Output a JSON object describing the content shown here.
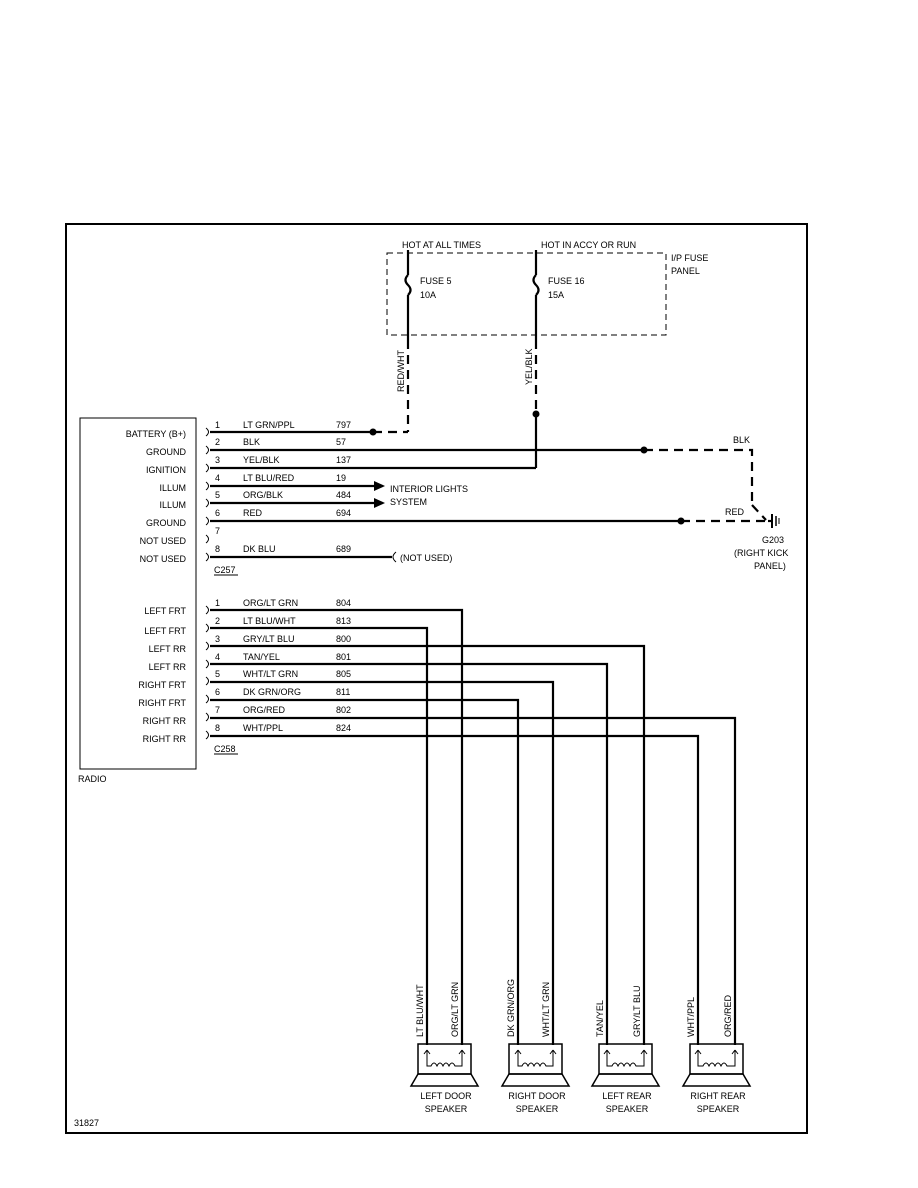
{
  "fig_id": "31827",
  "top_labels": {
    "hot_at_all_times": "HOT AT ALL TIMES",
    "hot_in_accy_or_run": "HOT IN ACCY OR RUN",
    "fuse_panel": [
      "I/P FUSE",
      "PANEL"
    ]
  },
  "fuses": [
    {
      "name": "FUSE 5",
      "rating": "10A",
      "wire": "RED/WHT"
    },
    {
      "name": "FUSE 16",
      "rating": "15A",
      "wire": "YEL/BLK"
    }
  ],
  "radio": {
    "label": "RADIO",
    "pin_labels_c257": [
      "BATTERY (B+)",
      "GROUND",
      "IGNITION",
      "ILLUM",
      "ILLUM",
      "GROUND",
      "NOT USED",
      "NOT USED"
    ],
    "pin_labels_c258": [
      "LEFT FRT",
      "LEFT FRT",
      "LEFT RR",
      "LEFT RR",
      "RIGHT FRT",
      "RIGHT FRT",
      "RIGHT RR",
      "RIGHT RR"
    ]
  },
  "c257": {
    "connector": "C257",
    "wires": [
      {
        "pin": "1",
        "color": "LT GRN/PPL",
        "circuit": "797"
      },
      {
        "pin": "2",
        "color": "BLK",
        "circuit": "57"
      },
      {
        "pin": "3",
        "color": "YEL/BLK",
        "circuit": "137"
      },
      {
        "pin": "4",
        "color": "LT BLU/RED",
        "circuit": "19"
      },
      {
        "pin": "5",
        "color": "ORG/BLK",
        "circuit": "484"
      },
      {
        "pin": "6",
        "color": "RED",
        "circuit": "694"
      },
      {
        "pin": "7",
        "color": "",
        "circuit": ""
      },
      {
        "pin": "8",
        "color": "DK BLU",
        "circuit": "689"
      }
    ]
  },
  "c258": {
    "connector": "C258",
    "wires": [
      {
        "pin": "1",
        "color": "ORG/LT GRN",
        "circuit": "804"
      },
      {
        "pin": "2",
        "color": "LT BLU/WHT",
        "circuit": "813"
      },
      {
        "pin": "3",
        "color": "GRY/LT BLU",
        "circuit": "800"
      },
      {
        "pin": "4",
        "color": "TAN/YEL",
        "circuit": "801"
      },
      {
        "pin": "5",
        "color": "WHT/LT GRN",
        "circuit": "805"
      },
      {
        "pin": "6",
        "color": "DK GRN/ORG",
        "circuit": "811"
      },
      {
        "pin": "7",
        "color": "ORG/RED",
        "circuit": "802"
      },
      {
        "pin": "8",
        "color": "WHT/PPL",
        "circuit": "824"
      }
    ]
  },
  "interior_lights": [
    "INTERIOR LIGHTS",
    "SYSTEM"
  ],
  "not_used": "(NOT USED)",
  "ground_blk": "BLK",
  "ground_red": "RED",
  "ground_point": [
    "G203",
    "(RIGHT KICK",
    "PANEL)"
  ],
  "speakers": [
    {
      "name": [
        "LEFT DOOR",
        "SPEAKER"
      ],
      "wires": [
        "LT BLU/WHT",
        "ORG/LT GRN"
      ]
    },
    {
      "name": [
        "RIGHT DOOR",
        "SPEAKER"
      ],
      "wires": [
        "DK GRN/ORG",
        "WHT/LT GRN"
      ]
    },
    {
      "name": [
        "LEFT REAR",
        "SPEAKER"
      ],
      "wires": [
        "TAN/YEL",
        "GRY/LT BLU"
      ]
    },
    {
      "name": [
        "RIGHT REAR",
        "SPEAKER"
      ],
      "wires": [
        "WHT/PPL",
        "ORG/RED"
      ]
    }
  ]
}
